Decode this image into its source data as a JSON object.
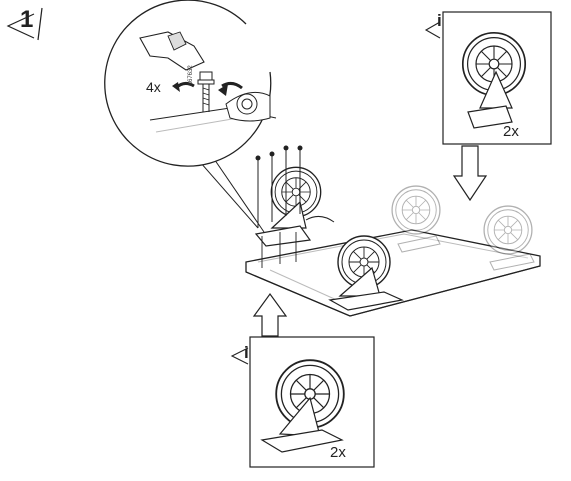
{
  "step": {
    "number": "1"
  },
  "detail": {
    "quantity": "4x",
    "part_code": "A67632"
  },
  "info_top": {
    "icon_letter": "i",
    "quantity": "2x"
  },
  "info_bottom": {
    "icon_letter": "i",
    "quantity": "2x"
  },
  "colors": {
    "line": "#222222",
    "ghost": "#bbbbbb",
    "accent_gray": "#dddddd"
  }
}
